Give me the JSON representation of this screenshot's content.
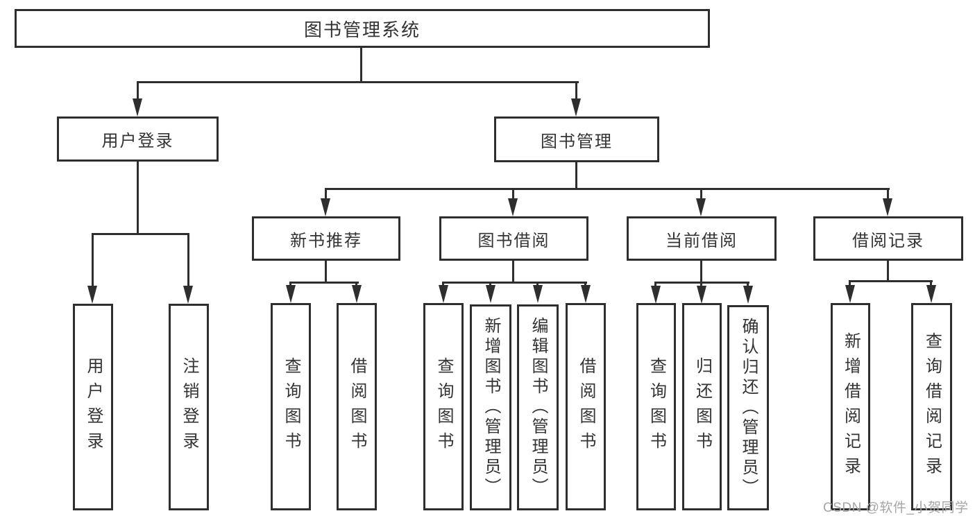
{
  "diagram": {
    "title": "图书管理系统",
    "watermark": "CSDN @软件_小贺同学",
    "colors": {
      "line": "#2e2e2e",
      "box_border": "#2e2e2e",
      "text": "#333333",
      "background": "#ffffff",
      "watermark": "#a6a6a6"
    },
    "nodes": {
      "root": {
        "label": "图书管理系统"
      },
      "level2": [
        {
          "label": "用户登录"
        },
        {
          "label": "图书管理"
        }
      ],
      "level3": [
        {
          "label": "新书推荐",
          "parent": "图书管理"
        },
        {
          "label": "图书借阅",
          "parent": "图书管理"
        },
        {
          "label": "当前借阅",
          "parent": "图书管理"
        },
        {
          "label": "借阅记录",
          "parent": "图书管理"
        }
      ],
      "leaves": [
        {
          "label": "用户登录",
          "parent": "用户登录"
        },
        {
          "label": "注销登录",
          "parent": "用户登录"
        },
        {
          "label": "查询图书",
          "parent": "新书推荐"
        },
        {
          "label": "借阅图书",
          "parent": "新书推荐"
        },
        {
          "label": "查询图书",
          "parent": "图书借阅"
        },
        {
          "label": "新增图书（管理员）",
          "parent": "图书借阅"
        },
        {
          "label": "编辑图书（管理员）",
          "parent": "图书借阅"
        },
        {
          "label": "借阅图书",
          "parent": "图书借阅"
        },
        {
          "label": "查询图书",
          "parent": "当前借阅"
        },
        {
          "label": "归还图书",
          "parent": "当前借阅"
        },
        {
          "label": "确认归还（管理员）",
          "parent": "当前借阅"
        },
        {
          "label": "新增借阅记录",
          "parent": "借阅记录"
        },
        {
          "label": "查询借阅记录",
          "parent": "借阅记录"
        }
      ]
    }
  }
}
